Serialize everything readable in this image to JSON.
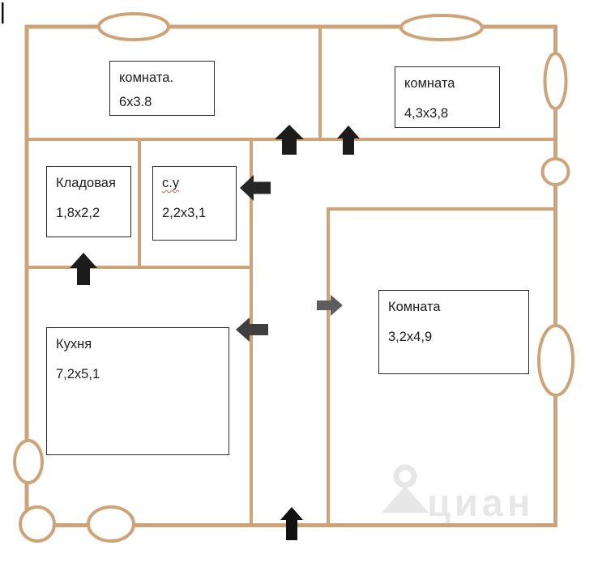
{
  "plan": {
    "type": "apartment-floor-plan",
    "rooms": [
      {
        "name": "комната.",
        "dims": "6х3.8"
      },
      {
        "name": "комната",
        "dims": "4,3х3,8"
      },
      {
        "name": "Кладовая",
        "dims": "1,8х2,2"
      },
      {
        "name": "с.у",
        "dims": "2,2х3,1"
      },
      {
        "name": "Комната",
        "dims": "3,2х4,9"
      },
      {
        "name": "Кухня",
        "dims": "7,2х5,1"
      }
    ],
    "watermark": {
      "text": "циан"
    },
    "colors": {
      "wall": "#cfa378",
      "wall_light": "#dcb892",
      "label_border": "#2a2a2a",
      "text": "#1c1c1c",
      "arrow_black": "#1c1c1c",
      "arrow_dark": "#3f3f3f",
      "arrow_gray": "#5d5d5d",
      "spellcheck_underline": "#d6604d",
      "watermark_gray": "rgba(0,0,0,0.08)"
    }
  }
}
